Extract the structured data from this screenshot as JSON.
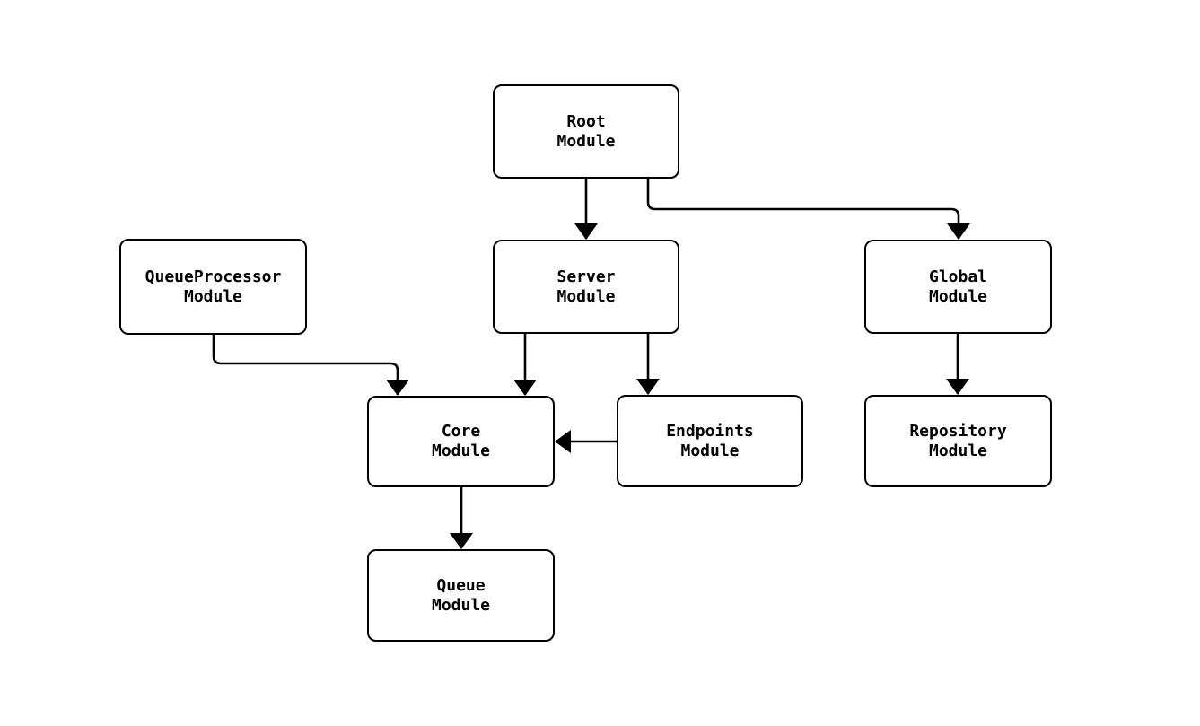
{
  "diagram": {
    "type": "flowchart",
    "background_color": "#ffffff",
    "node_fill_color": "#ffffff",
    "line_color": "#000000",
    "text_color": "#000000",
    "nodes": [
      {
        "id": "root",
        "line1": "Root",
        "line2": "Module"
      },
      {
        "id": "queueprocessor",
        "line1": "QueueProcessor",
        "line2": "Module"
      },
      {
        "id": "server",
        "line1": "Server",
        "line2": "Module"
      },
      {
        "id": "global",
        "line1": "Global",
        "line2": "Module"
      },
      {
        "id": "core",
        "line1": "Core",
        "line2": "Module"
      },
      {
        "id": "endpoints",
        "line1": "Endpoints",
        "line2": "Module"
      },
      {
        "id": "repository",
        "line1": "Repository",
        "line2": "Module"
      },
      {
        "id": "queue",
        "line1": "Queue",
        "line2": "Module"
      }
    ],
    "edges": [
      {
        "from": "root",
        "to": "server"
      },
      {
        "from": "root",
        "to": "global"
      },
      {
        "from": "queueprocessor",
        "to": "core"
      },
      {
        "from": "server",
        "to": "core"
      },
      {
        "from": "server",
        "to": "endpoints"
      },
      {
        "from": "endpoints",
        "to": "core"
      },
      {
        "from": "global",
        "to": "repository"
      },
      {
        "from": "core",
        "to": "queue"
      }
    ]
  }
}
